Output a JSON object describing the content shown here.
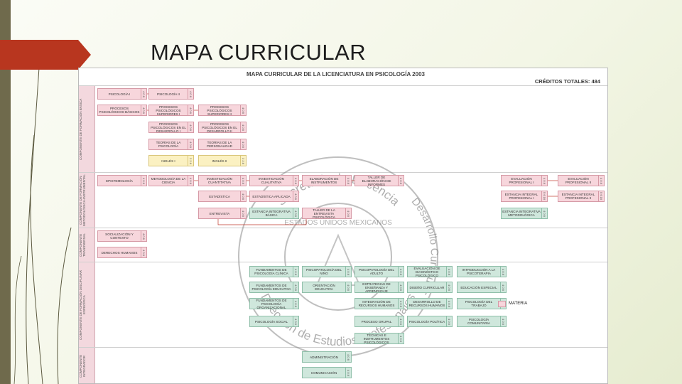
{
  "slide": {
    "title": "MAPA CURRICULAR",
    "colors": {
      "accent_arrow": "#b8361f",
      "left_bar": "#6f6a4c"
    }
  },
  "map": {
    "title": "MAPA CURRICULAR DE LA LICENCIATURA EN PSICOLOGÍA 2003",
    "total_credits": "CRÉDITOS TOTALES: 484",
    "sections": [
      {
        "label": "COMPONENTE DE FORMACIÓN BÁSICA"
      },
      {
        "label": "COMPONENTE DE FORMACIÓN METODOLÓGICA-INSTRUMENTAL"
      },
      {
        "label": "COMPONENTE TRANSVERSAL"
      },
      {
        "label": "COMPONENTE DE FORMACIÓN DISCIPLINAR ESPECÍFICA"
      },
      {
        "label": "COMPONENTE INTEGRADOR"
      }
    ],
    "courses": [
      {
        "name": "PSICOLOGÍA I",
        "cred": "4 0 8"
      },
      {
        "name": "PSICOLOGÍA II",
        "cred": "4 0 8"
      },
      {
        "name": "PROCESOS PSICOLÓGICOS BÁSICOS",
        "cred": "4 0 8"
      },
      {
        "name": "PROCESOS PSICOLÓGICOS SUPERIORES I",
        "cred": "4 0 8"
      },
      {
        "name": "PROCESOS PSICOLÓGICOS SUPERIORES II",
        "cred": "4 0 8"
      },
      {
        "name": "PROCESOS PSICOLÓGICOS EN EL DESARROLLO I",
        "cred": "4 0 8"
      },
      {
        "name": "PROCESOS PSICOLÓGICOS EN EL DESARROLLO II",
        "cred": "4 0 8"
      },
      {
        "name": "TEORÍAS DE LA PSICOLOGÍA",
        "cred": "4 0 8"
      },
      {
        "name": "TEORÍAS DE LA PERSONALIDAD",
        "cred": "4 0 8"
      },
      {
        "name": "INGLÉS I",
        "cred": "3 2 8"
      },
      {
        "name": "INGLÉS II",
        "cred": "3 2 8"
      },
      {
        "name": "EPISTEMOLOGÍA",
        "cred": "4 0 8"
      },
      {
        "name": "METODOLOGÍA DE LA CIENCIA",
        "cred": "4 0 8"
      },
      {
        "name": "INVESTIGACIÓN CUANTITATIVA",
        "cred": "4 0 8"
      },
      {
        "name": "INVESTIGACIÓN CUALITATIVA",
        "cred": "4 0 8"
      },
      {
        "name": "ELABORACIÓN DE INSTRUMENTOS",
        "cred": "4 0 8"
      },
      {
        "name": "TALLER DE ELABORACIÓN DE INFORMES",
        "cred": "4 0 8"
      },
      {
        "name": "ESTADÍSTICA",
        "cred": "4 0 8"
      },
      {
        "name": "ESTADÍSTICA APLICADA",
        "cred": "4 0 8"
      },
      {
        "name": "ENTREVISTA",
        "cred": "4 0 8"
      },
      {
        "name": "ESTANCIA INTEGRATIVA BÁSICA",
        "cred": "4 0 8"
      },
      {
        "name": "TALLER DE LA ENTREVISTA PSICOLÓGICA",
        "cred": "4 0 8"
      },
      {
        "name": "EVALUACIÓN PROFESIONAL I",
        "cred": "4 0 8"
      },
      {
        "name": "EVALUACIÓN PROFESIONAL II",
        "cred": "4 0 8"
      },
      {
        "name": "ESTANCIA INTEGRAL PROFESIONAL I",
        "cred": "5 6 16"
      },
      {
        "name": "ESTANCIA INTEGRAL PROFESIONAL II",
        "cred": "5 6 16"
      },
      {
        "name": "ESTANCIA INTEGRATIVA METODOLÓGICA",
        "cred": "4 0 8"
      },
      {
        "name": "SOCIALIZACIÓN Y CONTEXTO",
        "cred": "4 0 8"
      },
      {
        "name": "DERECHOS HUMANOS",
        "cred": "4 0 8"
      },
      {
        "name": "FUNDAMENTOS DE PSICOLOGÍA CLÍNICA",
        "cred": "4 0 8"
      },
      {
        "name": "PSICOPATOLOGÍA DEL NIÑO",
        "cred": "4 0 8"
      },
      {
        "name": "PSICOPATOLOGÍA DEL ADULTO",
        "cred": "4 0 8"
      },
      {
        "name": "EVALUACIÓN DE DIAGNÓSTICO PSICOLÓGICO",
        "cred": "4 0 8"
      },
      {
        "name": "INTRODUCCIÓN A LA PSICOTERAPIA",
        "cred": "4 0 8"
      },
      {
        "name": "FUNDAMENTOS DE PSICOLOGÍA EDUCATIVA",
        "cred": "4 0 8"
      },
      {
        "name": "ORIENTACIÓN EDUCATIVA",
        "cred": "4 0 8"
      },
      {
        "name": "ESTRATEGIAS DE ENSEÑANZA Y APRENDIZAJE",
        "cred": "4 0 8"
      },
      {
        "name": "DISEÑO CURRICULAR",
        "cred": "4 0 8"
      },
      {
        "name": "EDUCACIÓN ESPECIAL",
        "cred": "4 0 8"
      },
      {
        "name": "FUNDAMENTOS DE PSICOLOGÍA ORGANIZACIONAL",
        "cred": "4 0 8"
      },
      {
        "name": "INTEGRACIÓN DE RECURSOS HUMANOS",
        "cred": "4 0 8"
      },
      {
        "name": "DESARROLLO DE RECURSOS HUMANOS",
        "cred": "4 0 8"
      },
      {
        "name": "PSICOLOGÍA DEL TRABAJO",
        "cred": "4 0 8"
      },
      {
        "name": "PSICOLOGÍA SOCIAL",
        "cred": "4 0 8"
      },
      {
        "name": "PROCESO GRUPAL",
        "cred": "4 0 8"
      },
      {
        "name": "PSICOLOGÍA POLÍTICA",
        "cred": "4 0 8"
      },
      {
        "name": "PSICOLOGÍA COMUNITARIA",
        "cred": "4 0 8"
      },
      {
        "name": "TÉCNICAS E INSTRUMENTOS PSICOLÓGICOS",
        "cred": "4 0 8"
      },
      {
        "name": "ADMINISTRACIÓN",
        "cred": "4 0 8"
      },
      {
        "name": "COMUNICACIÓN",
        "cred": "4 0 8"
      }
    ],
    "legend": {
      "label": "MATERIA"
    },
    "watermark": {
      "top_text": "Secretaría de Docencia",
      "bottom_text": "Dirección de Estudios Profesionales",
      "right_text": "Desarrollo Curricular",
      "center_text": "ESTADOS UNIDOS MEXICANOS"
    }
  }
}
